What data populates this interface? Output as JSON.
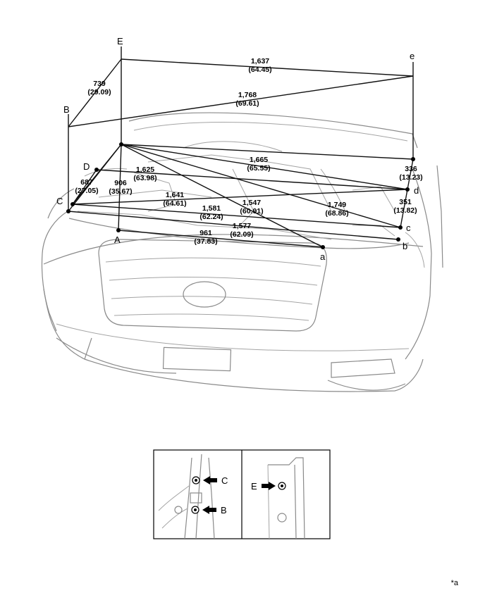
{
  "reference_points": {
    "A": "A",
    "B": "B",
    "C": "C",
    "D": "D",
    "E": "E",
    "a": "a",
    "b": "b",
    "c": "c",
    "d": "d",
    "e": "e"
  },
  "dimensions": {
    "E_e": {
      "mm": "1,637",
      "in": "(64.45)"
    },
    "E_B": {
      "mm": "739",
      "in": "(29.09)"
    },
    "B_e": {
      "mm": "1,768",
      "in": "(69.61)"
    },
    "E_c_upper": {
      "mm": "1,665",
      "in": "(65.55)"
    },
    "D_d": {
      "mm": "1,625",
      "in": "(63.98)"
    },
    "C_D": {
      "mm": "687",
      "in": "(27.05)"
    },
    "E_A": {
      "mm": "906",
      "in": "(35.67)"
    },
    "C_d": {
      "mm": "1,641",
      "in": "(64.61)"
    },
    "E_a": {
      "mm": "1,547",
      "in": "(60.91)"
    },
    "E_c": {
      "mm": "1,749",
      "in": "(68.86)"
    },
    "e_d": {
      "mm": "336",
      "in": "(13.23)"
    },
    "d_c": {
      "mm": "351",
      "in": "(13.82)"
    },
    "C_c": {
      "mm": "1,581",
      "in": "(62.24)"
    },
    "B_b": {
      "mm": "1,577",
      "in": "(62.09)"
    },
    "A_a": {
      "mm": "961",
      "in": "(37.83)"
    }
  },
  "inset_labels": {
    "left_top": "C",
    "left_bottom": "B",
    "right": "E"
  },
  "footnote": "*a"
}
